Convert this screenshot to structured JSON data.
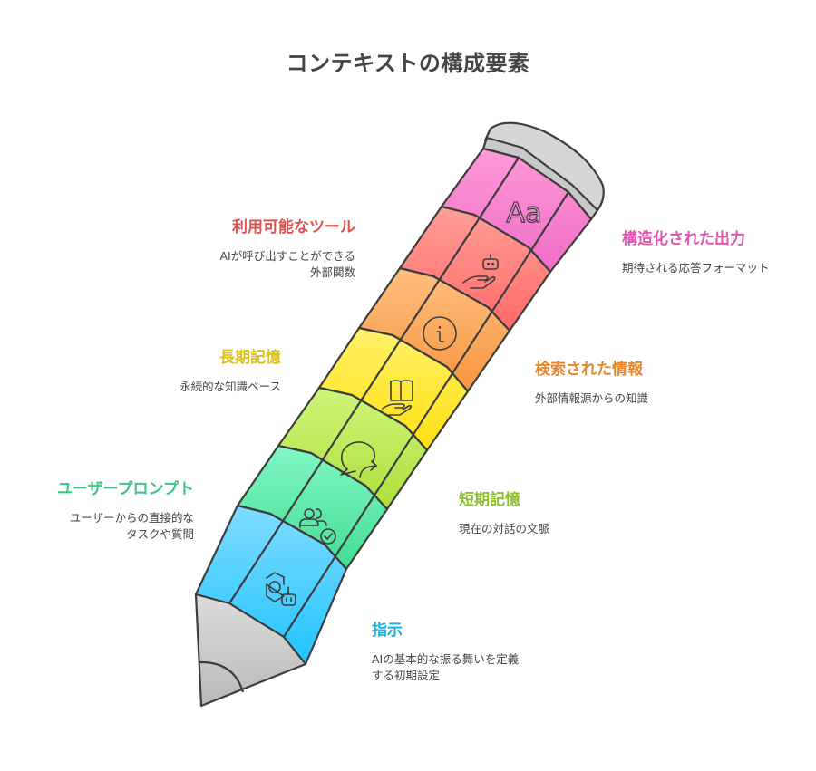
{
  "title": "コンテキストの構成要素",
  "components": [
    {
      "id": "structured-output",
      "title": "構造化された出力",
      "description": "期待される応答フォーマット",
      "color": "#e055b2",
      "icon": "text-format-icon",
      "side": "right"
    },
    {
      "id": "available-tools",
      "title": "利用可能なツール",
      "description": "AIが呼び出すことができる\n外部関数",
      "color": "#e05252",
      "icon": "robot-hand-icon",
      "side": "left"
    },
    {
      "id": "retrieved-info",
      "title": "検索された情報",
      "description": "外部情報源からの知識",
      "color": "#e5862d",
      "icon": "info-icon",
      "side": "right"
    },
    {
      "id": "long-term-memory",
      "title": "長期記憶",
      "description": "永続的な知識ベース",
      "color": "#dcc21f",
      "icon": "book-hand-icon",
      "side": "left"
    },
    {
      "id": "short-term-memory",
      "title": "短期記憶",
      "description": "現在の対話の文脈",
      "color": "#8cbf2d",
      "icon": "chat-bubbles-icon",
      "side": "right"
    },
    {
      "id": "user-prompt",
      "title": "ユーザープロンプト",
      "description": "ユーザーからの直接的な\nタスクや質問",
      "color": "#3cc785",
      "icon": "users-check-icon",
      "side": "left"
    },
    {
      "id": "instructions",
      "title": "指示",
      "description": "AIの基本的な振る舞いを定義\nする初期設定",
      "color": "#22aee0",
      "icon": "gear-bot-icon",
      "side": "right"
    }
  ],
  "icon_text": {
    "structured_output": "Aa"
  },
  "band_colors": [
    {
      "top": "#ff9ad8",
      "bottom": "#f06cc6"
    },
    {
      "top": "#ff9f96",
      "bottom": "#ff6a6a"
    },
    {
      "top": "#ffbf80",
      "bottom": "#f7953f"
    },
    {
      "top": "#fff06a",
      "bottom": "#ffe10e"
    },
    {
      "top": "#cff57a",
      "bottom": "#addf3c"
    },
    {
      "top": "#80f7c4",
      "bottom": "#44dc92"
    },
    {
      "top": "#80dcff",
      "bottom": "#20c4ff"
    }
  ]
}
